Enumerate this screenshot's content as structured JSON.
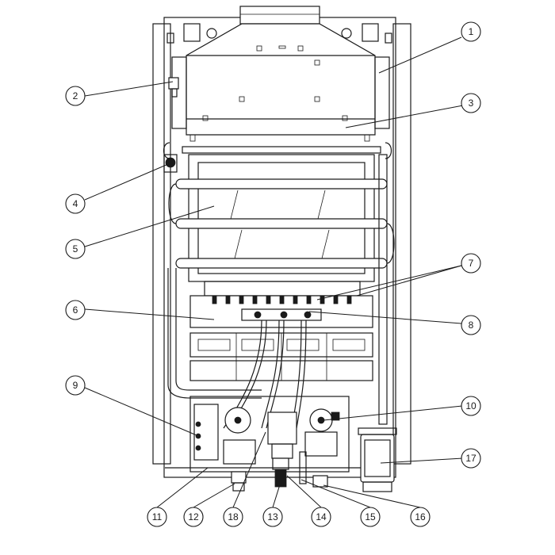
{
  "callouts": [
    {
      "id": "1",
      "label": "1"
    },
    {
      "id": "2",
      "label": "2"
    },
    {
      "id": "3",
      "label": "3"
    },
    {
      "id": "4",
      "label": "4"
    },
    {
      "id": "5",
      "label": "5"
    },
    {
      "id": "6",
      "label": "6"
    },
    {
      "id": "7",
      "label": "7"
    },
    {
      "id": "8",
      "label": "8"
    },
    {
      "id": "9",
      "label": "9"
    },
    {
      "id": "10",
      "label": "10"
    },
    {
      "id": "11",
      "label": "11"
    },
    {
      "id": "12",
      "label": "12"
    },
    {
      "id": "13",
      "label": "13"
    },
    {
      "id": "14",
      "label": "14"
    },
    {
      "id": "15",
      "label": "15"
    },
    {
      "id": "16",
      "label": "16"
    },
    {
      "id": "17",
      "label": "17"
    },
    {
      "id": "18",
      "label": "18"
    }
  ],
  "colors": {
    "line": "#1a1a1a",
    "background": "#ffffff"
  }
}
